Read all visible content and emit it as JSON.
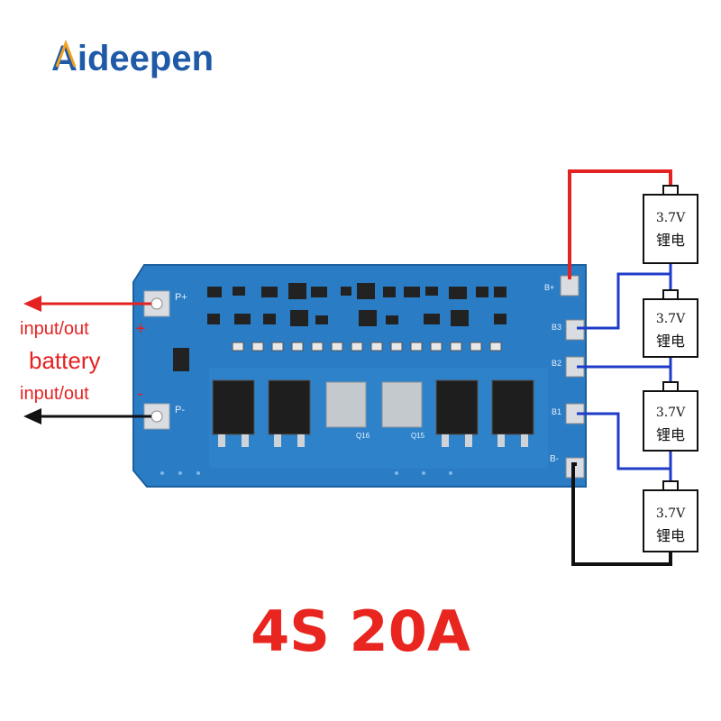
{
  "logo": {
    "text": "Aideepen",
    "color": "#1f5aa8",
    "accent": "#f2a21c"
  },
  "board": {
    "color": "#2a7cc4",
    "pad_labels": {
      "p_plus": "P+",
      "p_minus": "P-",
      "b_plus": "B+",
      "b3": "B3",
      "b2": "B2",
      "b1": "B1",
      "b_minus": "B-"
    },
    "transistor_labels": {
      "q16": "Q16",
      "q15": "Q15"
    }
  },
  "annotations": {
    "input_out_top": "input/out",
    "plus_sign": "+",
    "battery": "battery",
    "input_out_bottom": "input/out",
    "minus_sign": "-"
  },
  "cells": [
    {
      "voltage": "3.7V",
      "chem": "锂电"
    },
    {
      "voltage": "3.7V",
      "chem": "锂电"
    },
    {
      "voltage": "3.7V",
      "chem": "锂电"
    },
    {
      "voltage": "3.7V",
      "chem": "锂电"
    }
  ],
  "wire_colors": {
    "positive": "#e52222",
    "negative": "#111111",
    "balance": "#1e3cc8"
  },
  "caption": "4S 20A"
}
